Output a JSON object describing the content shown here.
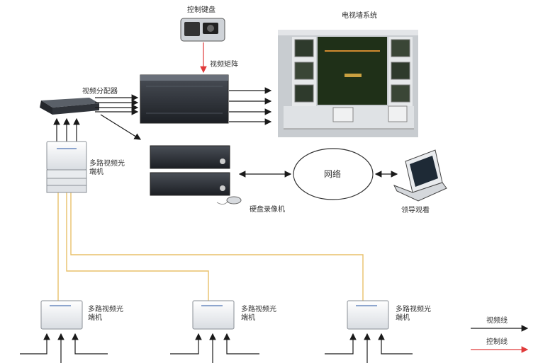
{
  "labels": {
    "control_keyboard": "控制键盘",
    "video_matrix": "视频矩阵",
    "tv_wall_system": "电视墙系统",
    "video_distributor": "视频分配器",
    "multi_video_optical_receiver": "多路视频光端机",
    "dvr": "硬盘录像机",
    "network": "网络",
    "leader_viewing": "领导观看",
    "remote_transmitter_label": "多路视频光端机",
    "legend_video_line": "视频线",
    "legend_control_line": "控制线"
  },
  "colors": {
    "video_line": "#1a1a1a",
    "control_line": "#e03a3a",
    "fiber_line": "#e8c06a",
    "monitor_screen": "#1f3018"
  },
  "icons": [
    "keyboard-icon",
    "matrix-icon",
    "distributor-icon",
    "optical-transceiver-icon",
    "dvr-icon",
    "mouse-icon",
    "laptop-icon",
    "tv-wall-icon"
  ]
}
